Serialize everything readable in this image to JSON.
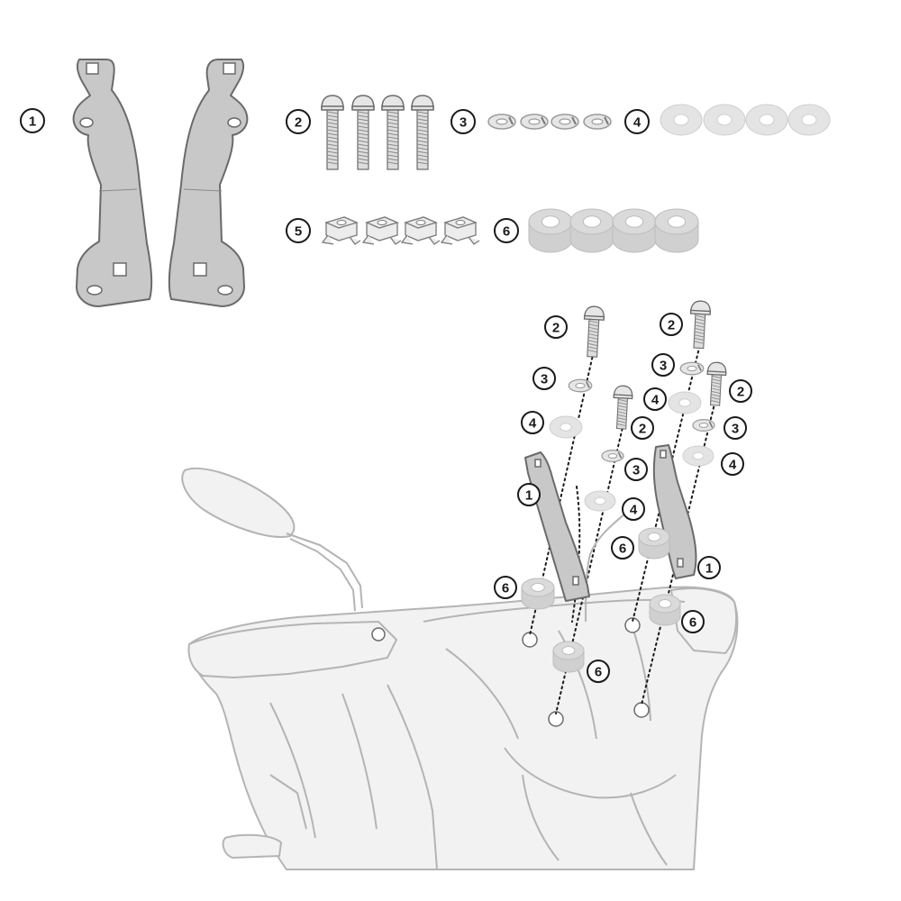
{
  "parts": [
    {
      "ref": "1",
      "name": "bracket",
      "qty": 2
    },
    {
      "ref": "2",
      "name": "screw",
      "qty": 4
    },
    {
      "ref": "3",
      "name": "lock washer",
      "qty": 4
    },
    {
      "ref": "4",
      "name": "flat washer",
      "qty": 4
    },
    {
      "ref": "5",
      "name": "cage nut",
      "qty": 4
    },
    {
      "ref": "6",
      "name": "spacer",
      "qty": 4
    }
  ],
  "assembly_callouts": [
    "2",
    "3",
    "4",
    "2",
    "3",
    "1",
    "4",
    "6",
    "6",
    "2",
    "3",
    "4",
    "2",
    "3",
    "4",
    "6",
    "1",
    "6"
  ],
  "icons": {
    "bracket": "bracket-icon",
    "screw": "screw-icon",
    "lock_washer": "lock-washer-icon",
    "flat_washer": "washer-icon",
    "cage_nut": "cage-nut-icon",
    "spacer": "spacer-icon",
    "motorcycle": "motorcycle-icon"
  },
  "colors": {
    "part": "#c8c8c8",
    "outline": "#6a6a6a",
    "motorcycle": "#f2f2f2"
  }
}
